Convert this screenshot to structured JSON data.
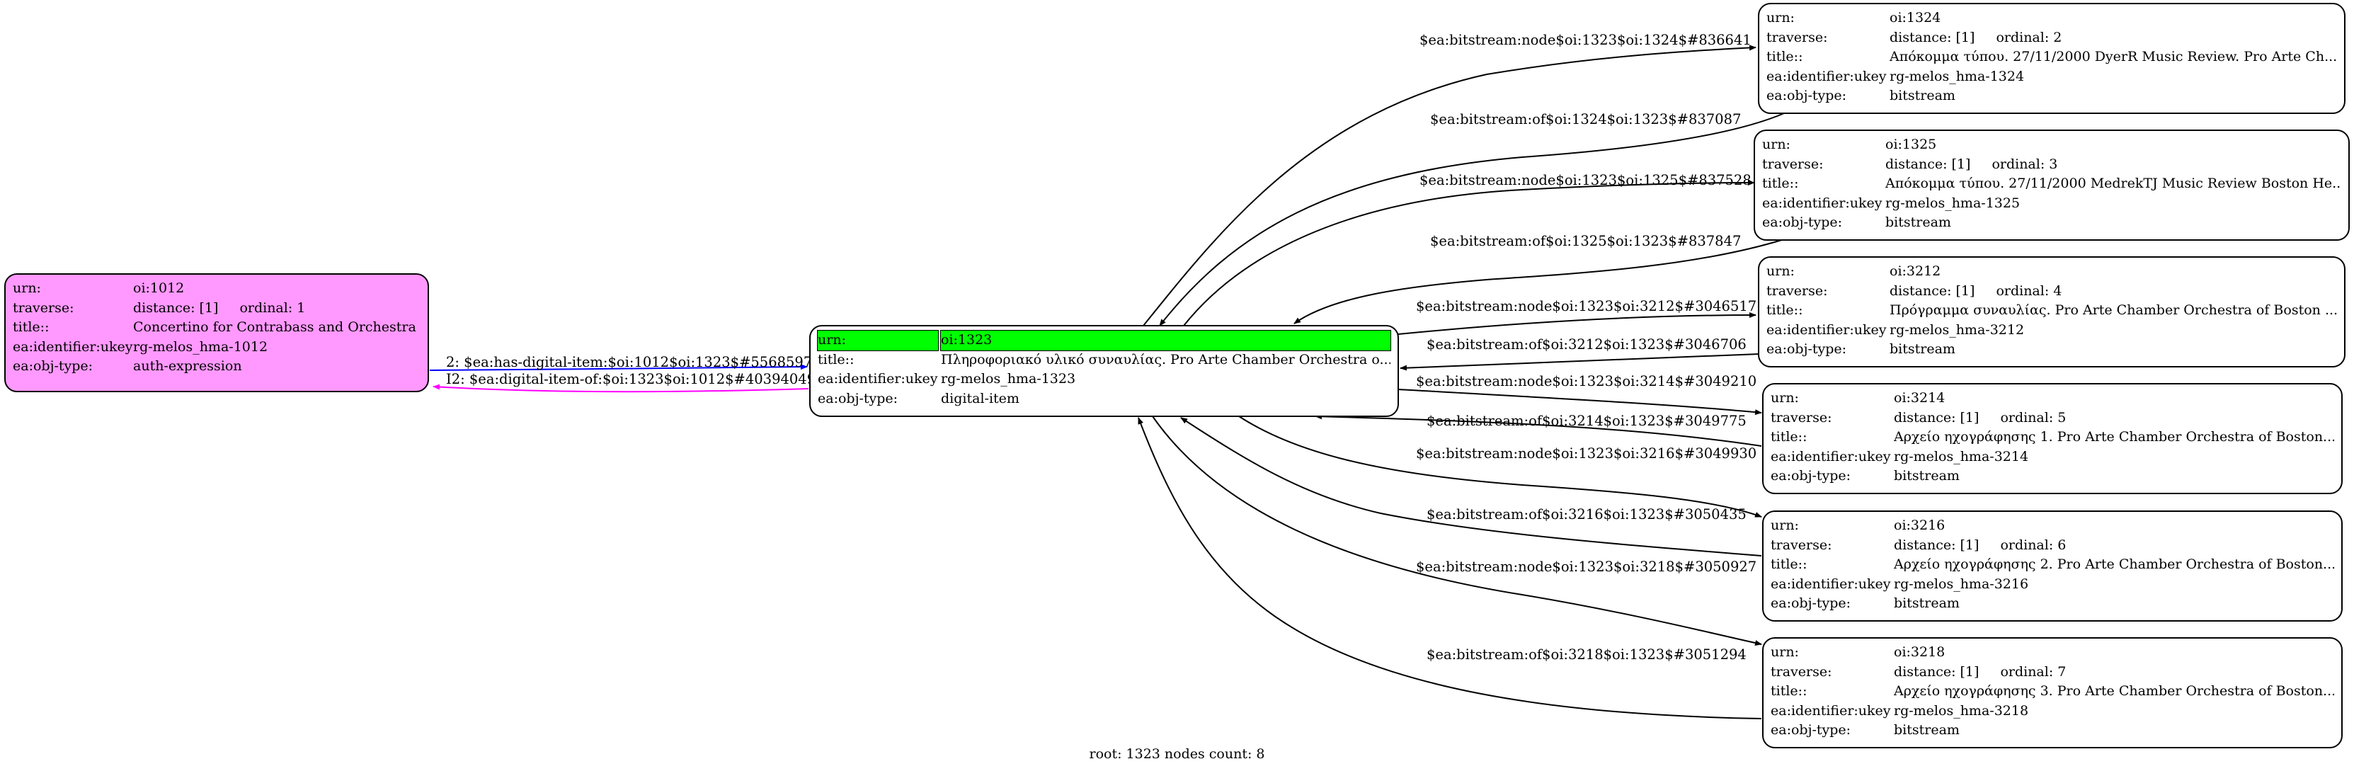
{
  "nodes": {
    "n1012": {
      "urn_label": "urn:",
      "urn": "oi:1012",
      "traverse_label": "traverse:",
      "distance": "distance: [1]",
      "ordinal": "ordinal: 1",
      "title_label": "title::",
      "title": "Concertino for Contrabass and Orchestra",
      "ukey_label": "ea:identifier:ukey",
      "ukey": "rg-melos_hma-1012",
      "type_label": "ea:obj-type:",
      "type": "auth-expression"
    },
    "n1323": {
      "urn_label": "urn:",
      "urn": "oi:1323",
      "title_label": "title::",
      "title": "Πληροφοριακό υλικό συναυλίας. Pro Arte Chamber Orchestra o...",
      "ukey_label": "ea:identifier:ukey",
      "ukey": "rg-melos_hma-1323",
      "type_label": "ea:obj-type:",
      "type": "digital-item"
    },
    "n1324": {
      "urn_label": "urn:",
      "urn": "oi:1324",
      "traverse_label": "traverse:",
      "distance": "distance: [1]",
      "ordinal": "ordinal: 2",
      "title_label": "title::",
      "title": "Απόκομμα τύπου. 27/11/2000 DyerR Music Review. Pro Arte Ch...",
      "ukey_label": "ea:identifier:ukey",
      "ukey": "rg-melos_hma-1324",
      "type_label": "ea:obj-type:",
      "type": "bitstream"
    },
    "n1325": {
      "urn_label": "urn:",
      "urn": "oi:1325",
      "traverse_label": "traverse:",
      "distance": "distance: [1]",
      "ordinal": "ordinal: 3",
      "title_label": "title::",
      "title": "Απόκομμα τύπου. 27/11/2000 MedrekTJ Music Review Boston He...",
      "ukey_label": "ea:identifier:ukey",
      "ukey": "rg-melos_hma-1325",
      "type_label": "ea:obj-type:",
      "type": "bitstream"
    },
    "n3212": {
      "urn_label": "urn:",
      "urn": "oi:3212",
      "traverse_label": "traverse:",
      "distance": "distance: [1]",
      "ordinal": "ordinal: 4",
      "title_label": "title::",
      "title": "Πρόγραμμα συναυλίας. Pro Arte Chamber Orchestra of Boston ...",
      "ukey_label": "ea:identifier:ukey",
      "ukey": "rg-melos_hma-3212",
      "type_label": "ea:obj-type:",
      "type": "bitstream"
    },
    "n3214": {
      "urn_label": "urn:",
      "urn": "oi:3214",
      "traverse_label": "traverse:",
      "distance": "distance: [1]",
      "ordinal": "ordinal: 5",
      "title_label": "title::",
      "title": "Αρχείο ηχογράφησης 1. Pro Arte Chamber Orchestra of Boston...",
      "ukey_label": "ea:identifier:ukey",
      "ukey": "rg-melos_hma-3214",
      "type_label": "ea:obj-type:",
      "type": "bitstream"
    },
    "n3216": {
      "urn_label": "urn:",
      "urn": "oi:3216",
      "traverse_label": "traverse:",
      "distance": "distance: [1]",
      "ordinal": "ordinal: 6",
      "title_label": "title::",
      "title": "Αρχείο ηχογράφησης 2. Pro Arte Chamber Orchestra of Boston...",
      "ukey_label": "ea:identifier:ukey",
      "ukey": "rg-melos_hma-3216",
      "type_label": "ea:obj-type:",
      "type": "bitstream"
    },
    "n3218": {
      "urn_label": "urn:",
      "urn": "oi:3218",
      "traverse_label": "traverse:",
      "distance": "distance: [1]",
      "ordinal": "ordinal: 7",
      "title_label": "title::",
      "title": "Αρχείο ηχογράφησης 3. Pro Arte Chamber Orchestra of Boston...",
      "ukey_label": "ea:identifier:ukey",
      "ukey": "rg-melos_hma-3218",
      "type_label": "ea:obj-type:",
      "type": "bitstream"
    }
  },
  "edges": {
    "has_digital_item": "2: $ea:has-digital-item:$oi:1012$oi:1323$#5568597",
    "digital_item_of": "I2: $ea:digital-item-of:$oi:1323$oi:1012$#40394049",
    "node_1324": "$ea:bitstream:node$oi:1323$oi:1324$#836641",
    "of_1324": "$ea:bitstream:of$oi:1324$oi:1323$#837087",
    "node_1325": "$ea:bitstream:node$oi:1323$oi:1325$#837528",
    "of_1325": "$ea:bitstream:of$oi:1325$oi:1323$#837847",
    "node_3212": "$ea:bitstream:node$oi:1323$oi:3212$#3046517",
    "of_3212": "$ea:bitstream:of$oi:3212$oi:1323$#3046706",
    "node_3214": "$ea:bitstream:node$oi:1323$oi:3214$#3049210",
    "of_3214": "$ea:bitstream:of$oi:3214$oi:1323$#3049775",
    "node_3216": "$ea:bitstream:node$oi:1323$oi:3216$#3049930",
    "of_3216": "$ea:bitstream:of$oi:3216$oi:1323$#3050435",
    "node_3218": "$ea:bitstream:node$oi:1323$oi:3218$#3050927",
    "of_3218": "$ea:bitstream:of$oi:3218$oi:1323$#3051294"
  },
  "footer": "root: 1323 nodes count: 8",
  "colors": {
    "root_fill": "#ff99ff",
    "highlight_fill": "#00ff00",
    "forward_edge": "#0000ff",
    "reverse_edge": "#ff00ff",
    "default_edge": "#000000"
  }
}
